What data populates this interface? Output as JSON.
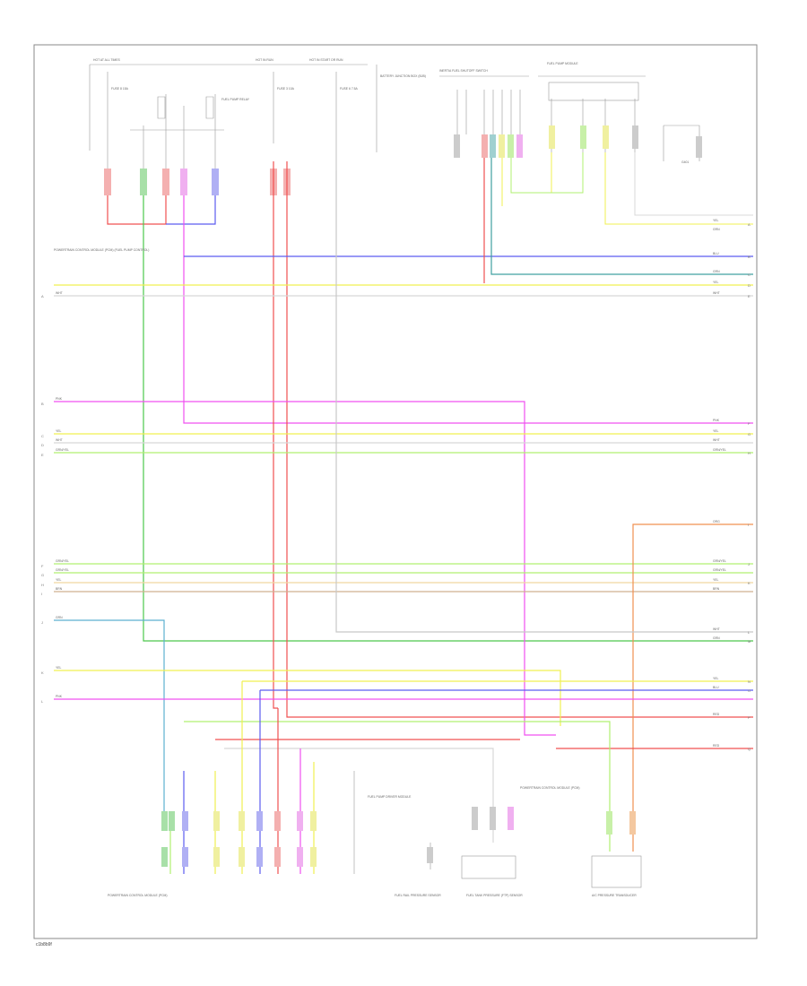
{
  "footer_code": "c1b8b9f",
  "top_fuses": [
    {
      "hot_at": "HOT AT ALL TIMES",
      "fuse": "FUSE 8 15A"
    },
    {
      "hot_at": "HOT IN RUN",
      "fuse": "FUSE 3 10A"
    },
    {
      "hot_at": "HOT IN START OR RUN",
      "fuse": "FUSE 6 7.5A"
    }
  ],
  "fuse_relay_label": "FUEL PUMP RELAY",
  "power_dist_label": "BATTERY JUNCTION BOX (BJB)",
  "inertia_switch": "INERTIA FUEL SHUTOFF SWITCH",
  "fuel_pump_module": "FUEL PUMP MODULE",
  "ground_label": "G401",
  "pcm_label": "POWERTRAIN CONTROL MODULE (PCM)",
  "left_controller": "POWERTRAIN CONTROL MODULE (PCM) (FUEL PUMP CONTROL)",
  "bottom_components": [
    "POWERTRAIN CONTROL MODULE (PCM)",
    "FUEL RAIL PRESSURE SENSOR",
    "FUEL TANK PRESSURE (FTP) SENSOR",
    "A/C PRESSURE TRANSDUCER"
  ],
  "center_note": "FUEL PUMP DRIVER MODULE",
  "wires": {
    "ltgn": "GRN/YEL",
    "rd": "RED",
    "pk": "PNK",
    "ye": "YEL",
    "bu": "BLU",
    "gn": "GRN",
    "og": "ORG",
    "wh": "WHT",
    "bn": "BRN"
  },
  "right_refs": [
    "A",
    "B",
    "C",
    "D",
    "E",
    "F",
    "G",
    "H",
    "I",
    "J",
    "K",
    "L",
    "M",
    "N",
    "O",
    "P",
    "Q",
    "R",
    "S",
    "T"
  ],
  "left_refs": [
    "A",
    "B",
    "C",
    "D",
    "E",
    "F",
    "G",
    "H",
    "I",
    "J",
    "K",
    "L"
  ],
  "colors": {
    "red": "#f05050",
    "green": "#4cc84c",
    "blue": "#5c5cf0",
    "pink": "#f050f0",
    "yellow": "#f0f050",
    "orange": "#f09050",
    "lightgreen": "#b0f070",
    "teal": "#40a0a0",
    "gray": "#b0b0b0",
    "frame": "#888888"
  }
}
